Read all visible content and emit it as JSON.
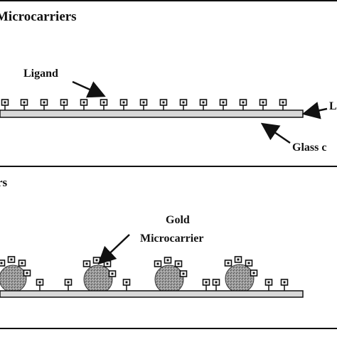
{
  "panel_a": {
    "title": "Microcarriers",
    "ligand_label": "Ligand",
    "right_cut_label": "L",
    "glass_label": "Glass c"
  },
  "panel_b": {
    "title": "rs",
    "gold_label_line1": "Gold",
    "gold_label_line2": "Microcarrier"
  },
  "colors": {
    "ink": "#111111",
    "slide_fill": "#d8d8d8",
    "ligand_fill": "#ffffff",
    "microcarrier_fill": "#8c8c8c"
  },
  "icons": {
    "ligand": "square-ligand-icon",
    "arrow": "arrow-icon",
    "microcarrier": "gold-sphere-icon"
  }
}
